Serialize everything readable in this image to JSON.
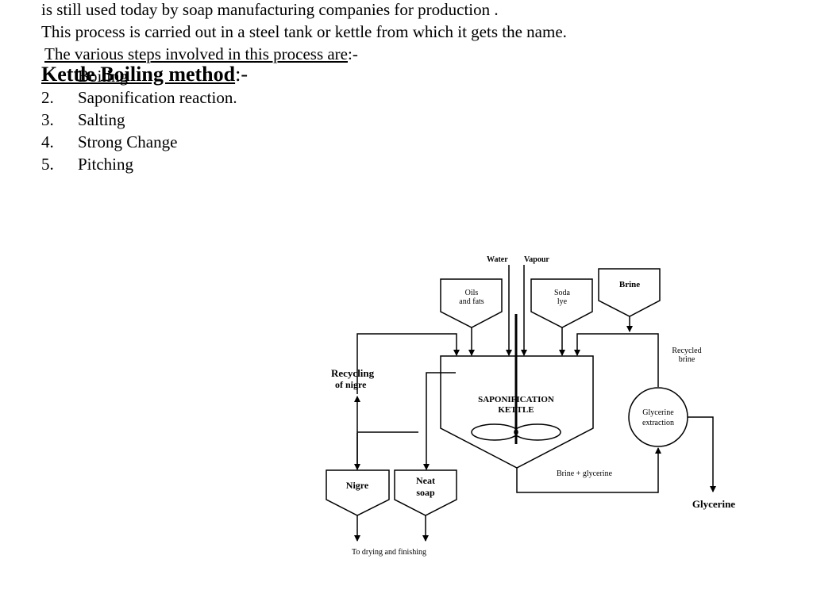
{
  "intro": {
    "line1": "is still used today by soap manufacturing companies for production .",
    "line2": "This process is carried out in a steel tank or kettle from which it gets the name.",
    "steps_intro": "The various steps involved in this process are",
    "steps_intro_suffix": ":-"
  },
  "heading": {
    "title": "Kettle Boiling method",
    "suffix": ":-"
  },
  "overlapped_text": "Boiling",
  "steps": [
    {
      "num": "2.",
      "text": "Saponification reaction."
    },
    {
      "num": "3.",
      "text": "Salting"
    },
    {
      "num": "4.",
      "text": "Strong Change"
    },
    {
      "num": "5.",
      "text": "Pitching"
    }
  ],
  "diagram": {
    "water": "Water",
    "vapour": "Vapour",
    "oils_line1": "Oils",
    "oils_line2": "and fats",
    "soda_line1": "Soda",
    "soda_line2": "lye",
    "brine": "Brine",
    "recycled_brine_line1": "Recycled",
    "recycled_brine_line2": "brine",
    "recycling_nigre_line1": "Recycling",
    "recycling_nigre_line2": "of nigre",
    "kettle_line1": "SAPONIFICATION",
    "kettle_line2": "KETTLE",
    "glycerine_extraction_line1": "Glycerine",
    "glycerine_extraction_line2": "extraction",
    "brine_glycerine": "Brine + glycerine",
    "nigre": "Nigre",
    "neat_soap_line1": "Neat",
    "neat_soap_line2": "soap",
    "glycerine": "Glycerine",
    "drying": "To drying and finishing"
  }
}
